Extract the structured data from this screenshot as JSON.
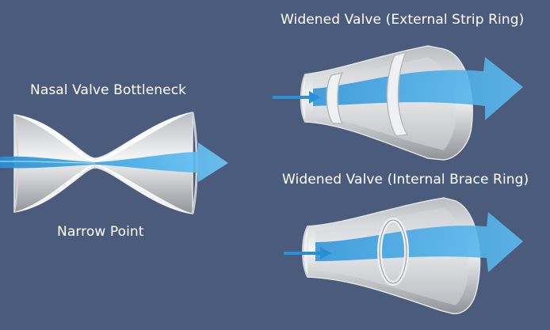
{
  "labels": {
    "bottleneck": "Nasal Valve Bottleneck",
    "narrow_point": "Narrow Point",
    "external_strip": "Widened Valve (External Strip Ring)",
    "internal_brace": "Widened Valve (Internal Brace Ring)"
  },
  "colors": {
    "background": "#4a5b7b",
    "tube_light": "#f2f3f4",
    "tube_dark": "#9da1a6",
    "airflow_dark": "#2a8fd4",
    "airflow_light": "#5bbcf0",
    "ring": "#e9e9ea"
  }
}
